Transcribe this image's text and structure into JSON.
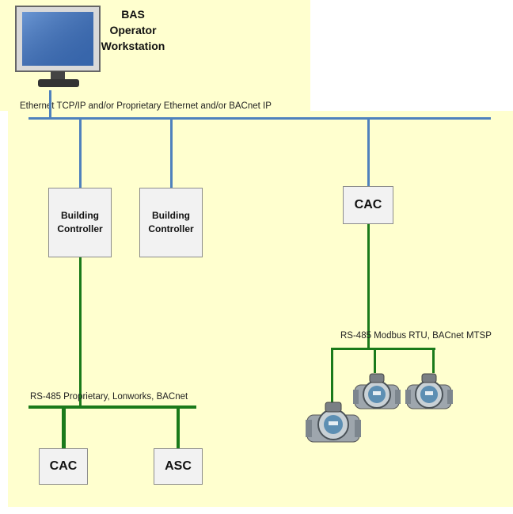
{
  "workstation": {
    "title_line1": "BAS",
    "title_line2": "Operator",
    "title_line3": "Workstation"
  },
  "ethernet_bus": {
    "label": "Ethernet TCP/IP and/or Proprietary Ethernet  and/or BACnet IP"
  },
  "controllers": {
    "building_controller_1": {
      "line1": "Building",
      "line2": "Controller"
    },
    "building_controller_2": {
      "line1": "Building",
      "line2": "Controller"
    },
    "cac_upper": "CAC"
  },
  "rs485_left": {
    "label": "RS-485 Proprietary, Lonworks, BACnet"
  },
  "rs485_right": {
    "label": "RS-485 Modbus RTU, BACnet MTSP"
  },
  "field_devices": {
    "cac_lower": "CAC",
    "asc": "ASC"
  },
  "meters": {
    "count": 3,
    "icon": "flow-meter-icon"
  },
  "colors": {
    "background": "#ffffcf",
    "ethernet": "#4f81bd",
    "rs485": "#1a7a1a",
    "box_fill": "#f2f2f2",
    "box_border": "#8c8c8c"
  }
}
